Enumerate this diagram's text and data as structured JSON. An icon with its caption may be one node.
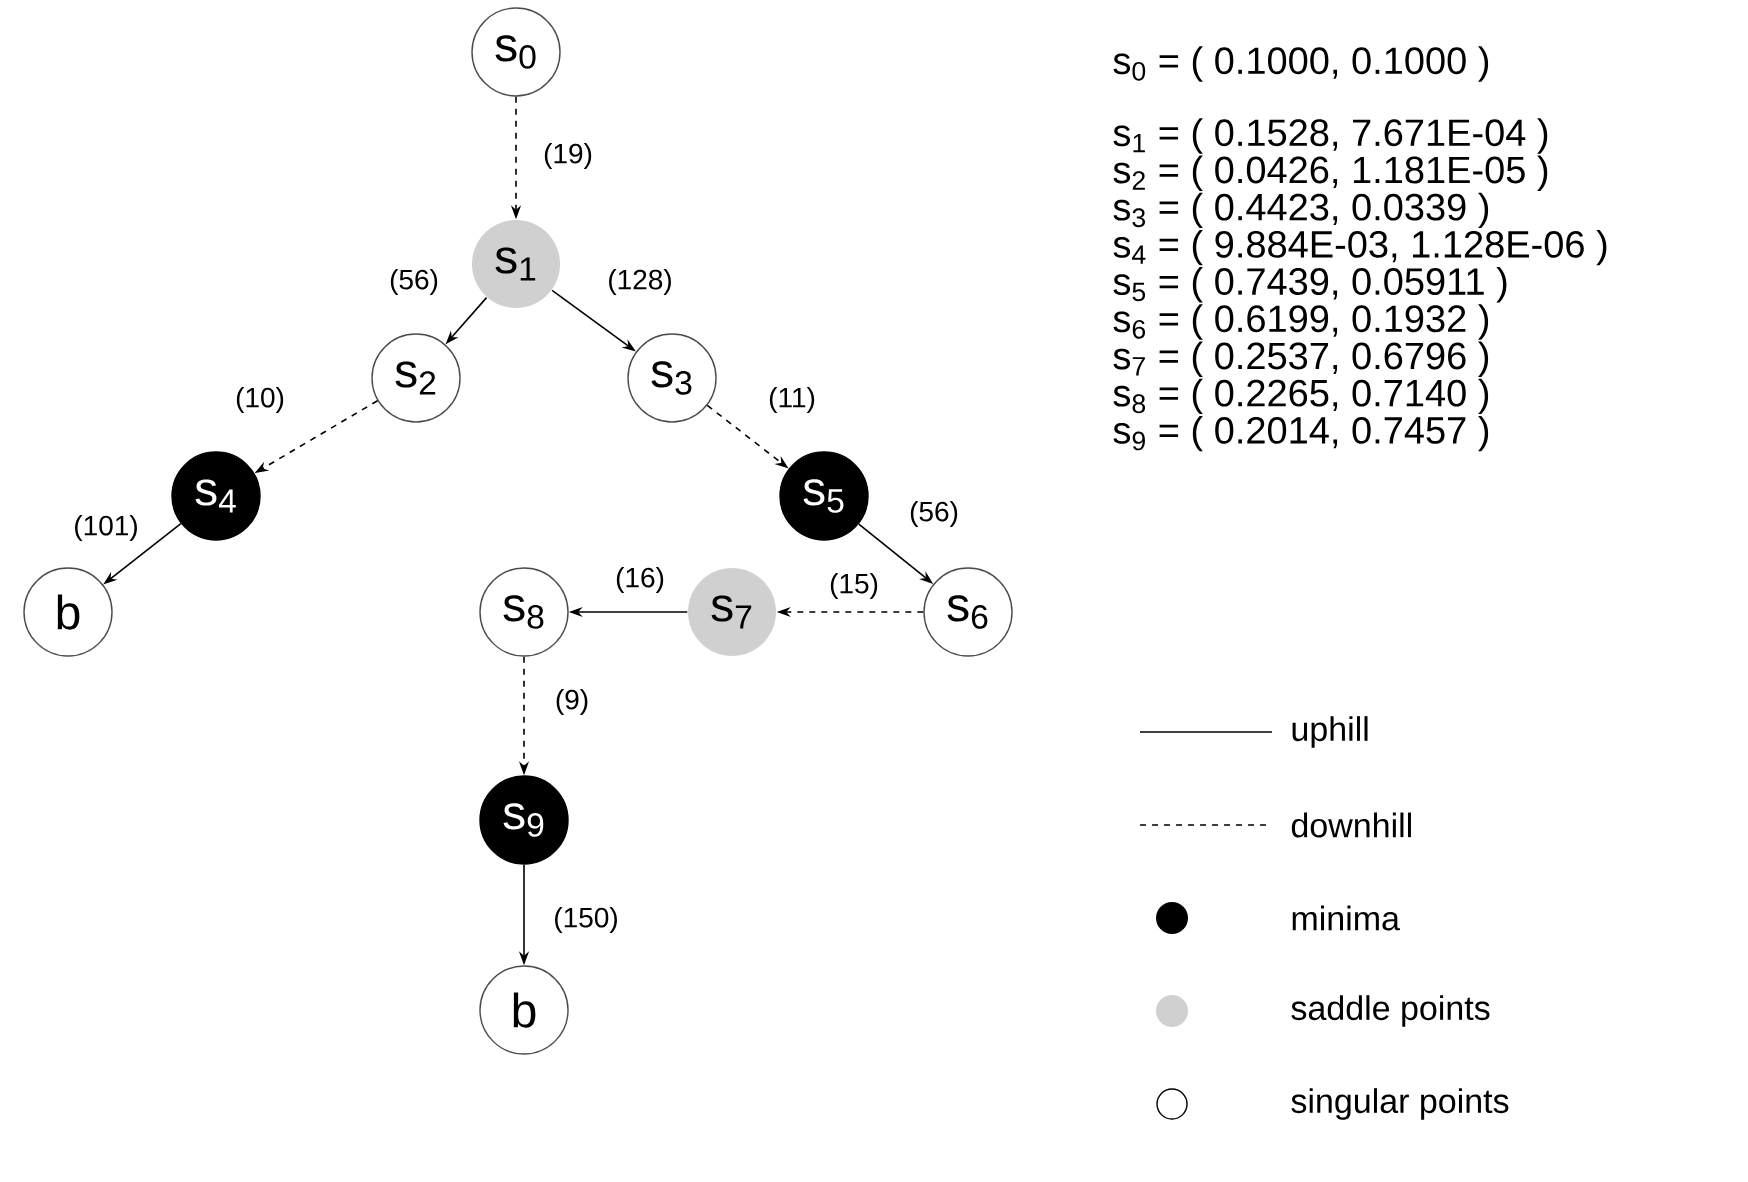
{
  "diagram": {
    "nodes": [
      {
        "text": [
          "s$_{0}$"
        ]
      },
      {
        "text": [
          "s$_{1}$"
        ]
      },
      {
        "text": [
          "s$_{2}$"
        ]
      },
      {
        "text": [
          "s$_{3}$"
        ]
      },
      {
        "text": [
          "s$_{4}$"
        ]
      },
      {
        "text": [
          "s$_{5}$"
        ]
      },
      {
        "text": [
          "s$_{6}$"
        ]
      },
      {
        "text": [
          "s$_{7}$"
        ]
      },
      {
        "text": [
          "s$_{8}$"
        ]
      },
      {
        "text": [
          "s$_{9}$"
        ]
      },
      {
        "text": [
          "b"
        ]
      },
      {
        "text": [
          "b"
        ]
      }
    ],
    "edges": [
      {
        "from": 0,
        "to": 1,
        "arrow": "to",
        "label": "(19)",
        "style": "dashed"
      },
      {
        "from": 1,
        "to": 2,
        "arrow": "to",
        "label": "(56)"
      },
      {
        "from": 1,
        "to": 3,
        "arrow": "to",
        "label": "(128)"
      },
      {
        "from": 2,
        "to": 4,
        "arrow": "to",
        "label": "(10)",
        "style": "dashed"
      },
      {
        "from": 3,
        "to": 5,
        "arrow": "to",
        "label": "(11)",
        "style": "dashed"
      },
      {
        "from": 4,
        "to": 10,
        "arrow": "to",
        "label": "(101)"
      },
      {
        "from": 5,
        "to": 6,
        "arrow": "to",
        "label": "(56)"
      },
      {
        "from": 6,
        "to": 7,
        "arrow": "to",
        "label": "(15)",
        "style": "dashed"
      },
      {
        "from": 7,
        "to": 8,
        "arrow": "to",
        "label": "(16)"
      },
      {
        "from": 8,
        "to": 9,
        "arrow": "to",
        "label": "(9)",
        "style": "dashed"
      },
      {
        "from": 9,
        "to": 11,
        "arrow": "to",
        "label": "(150)"
      }
    ],
    "labels": [
      "s$_{0}$ = ( 0.1000, 0.1000 )",
      "s$_{1}$ = ( 0.1528, 7.671E-04 )",
      "s$_{2}$ = ( 0.0426, 1.181E-05 )",
      "s$_{3}$ = ( 0.4423, 0.0339 )",
      "s$_{4}$ = ( 9.884E-03, 1.128E-06 )",
      "s$_{5}$ = ( 0.7439, 0.05911 )",
      "s$_{6}$ = ( 0.6199, 0.1932 )",
      "s$_{7}$ = ( 0.2537, 0.6796 )",
      "s$_{8}$ = ( 0.2265, 0.7140 )",
      "s$_{9}$ = ( 0.2014, 0.7457 )"
    ],
    "legend": [
      {
        "text": "uphill"
      },
      {
        "text": "downhill"
      },
      {
        "text": "minima",
        "color": "#000000"
      },
      {
        "text": "saddle points",
        "color": "#d0d0d0"
      },
      {
        "text": "singular points"
      }
    ]
  }
}
